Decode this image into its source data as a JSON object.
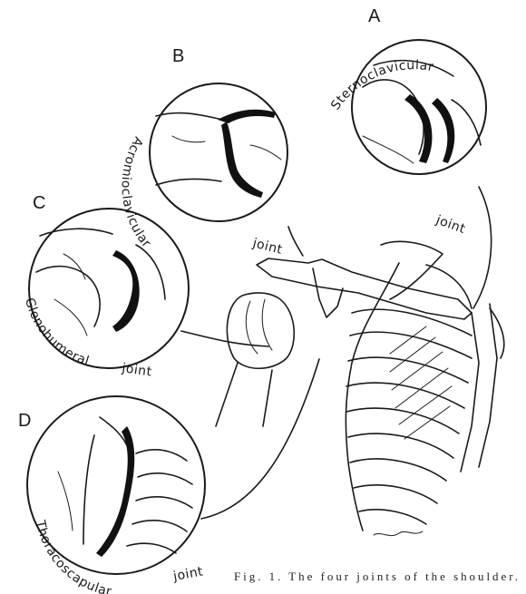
{
  "panels": [
    {
      "letter": "A",
      "label": "Sternoclavicular",
      "label2": "joint"
    },
    {
      "letter": "B",
      "label": "Acromioclavicular",
      "label2": "joint"
    },
    {
      "letter": "C",
      "label": "Glenohumeral",
      "label2": "joint"
    },
    {
      "letter": "D",
      "label": "Thoracoscapular",
      "label2": "joint"
    }
  ],
  "caption": "Fig. 1. The four joints of the shoulder."
}
